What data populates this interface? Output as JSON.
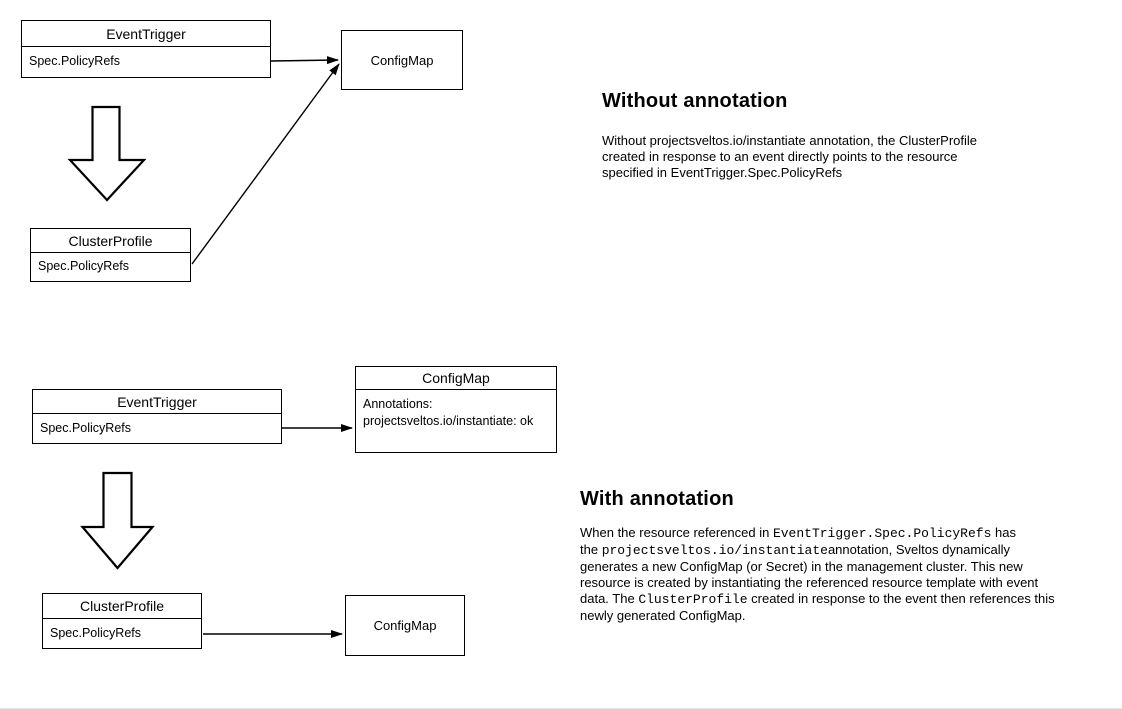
{
  "colors": {
    "background": "#ffffff",
    "line": "#000000",
    "border": "#000000",
    "text": "#000000",
    "bottom_divider": "#e8e8e8"
  },
  "diagram_without": {
    "event_trigger": {
      "title": "EventTrigger",
      "field": "Spec.PolicyRefs"
    },
    "config_map": {
      "title": "ConfigMap"
    },
    "cluster_profile": {
      "title": "ClusterProfile",
      "field": "Spec.PolicyRefs"
    }
  },
  "text_without": {
    "heading": "Without annotation",
    "segments": [
      {
        "text": "Without projectsveltos.io/instantiate annotation, the ClusterProfile"
      },
      {
        "br": true
      },
      {
        "text": "created in response to an event directly points to the resource"
      },
      {
        "br": true
      },
      {
        "text": "specified in EventTrigger.Spec.PolicyRefs"
      }
    ]
  },
  "diagram_with": {
    "event_trigger": {
      "title": "EventTrigger",
      "field": "Spec.PolicyRefs"
    },
    "config_map_annotated": {
      "title": "ConfigMap",
      "annotation_label": "Annotations:",
      "annotation_value": "projectsveltos.io/instantiate: ok"
    },
    "cluster_profile": {
      "title": "ClusterProfile",
      "field": "Spec.PolicyRefs"
    },
    "config_map": {
      "title": "ConfigMap"
    }
  },
  "text_with": {
    "heading": "With annotation",
    "segments": [
      {
        "text": "When the resource referenced in "
      },
      {
        "text": "EventTrigger.Spec.PolicyRefs",
        "code": true
      },
      {
        "text": " has"
      },
      {
        "br": true
      },
      {
        "text": "the "
      },
      {
        "text": "projectsveltos.io/instantiate",
        "code": true
      },
      {
        "text": "annotation, Sveltos dynamically"
      },
      {
        "br": true
      },
      {
        "text": "generates a new ConfigMap (or Secret) in the management cluster. This new"
      },
      {
        "br": true
      },
      {
        "text": "resource is created by instantiating the referenced resource template with event"
      },
      {
        "br": true
      },
      {
        "text": "data. The "
      },
      {
        "text": "ClusterProfile",
        "code": true
      },
      {
        "text": " created in response to the event then references this"
      },
      {
        "br": true
      },
      {
        "text": "newly generated ConfigMap."
      }
    ]
  }
}
